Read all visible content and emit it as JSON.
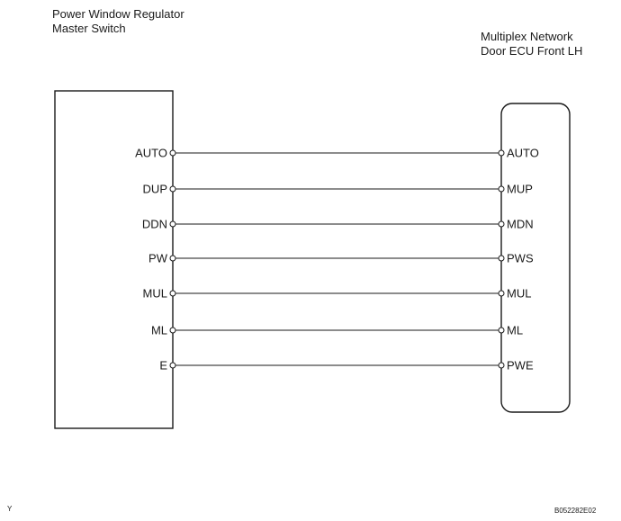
{
  "left_component": {
    "title_lines": [
      "Power Window Regulator",
      "Master Switch"
    ]
  },
  "right_component": {
    "title_lines": [
      "Multiplex Network",
      "Door ECU Front LH"
    ]
  },
  "connections": [
    {
      "left": "AUTO",
      "right": "AUTO"
    },
    {
      "left": "DUP",
      "right": "MUP"
    },
    {
      "left": "DDN",
      "right": "MDN"
    },
    {
      "left": "PW",
      "right": "PWS"
    },
    {
      "left": "MUL",
      "right": "MUL"
    },
    {
      "left": "ML",
      "right": "ML"
    },
    {
      "left": "E",
      "right": "PWE"
    }
  ],
  "footer": {
    "left_code": "Y",
    "right_code": "B052282E02"
  },
  "colors": {
    "line": "#1a1a1a",
    "background": "#ffffff"
  }
}
